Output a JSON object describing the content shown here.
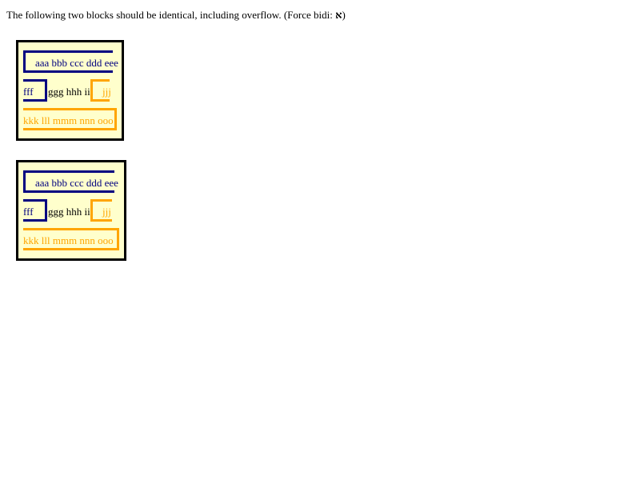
{
  "instruction": {
    "text": "The following two blocks should be identical, including overflow. (Force bidi: ",
    "glyph": "א",
    "suffix": ")"
  },
  "blocks": [
    {
      "line1": "aaa bbb ccc  ddd eee",
      "line2_start": "fff",
      "line2_middle": "ggg hhh iii",
      "line2_end": "jjj",
      "line3": "kkk lll mmm nnn ooo"
    },
    {
      "line1": "aaa bbb ccc  ddd eee",
      "line2_start": "fff",
      "line2_middle": "ggg hhh iii",
      "line2_end": "jjj",
      "line3": "kkk lll  mmm nnn ooo"
    }
  ],
  "colors": {
    "blue": "#000080",
    "orange": "#ffa500",
    "block_background": "#ffffcc",
    "block_border": "#000000"
  }
}
